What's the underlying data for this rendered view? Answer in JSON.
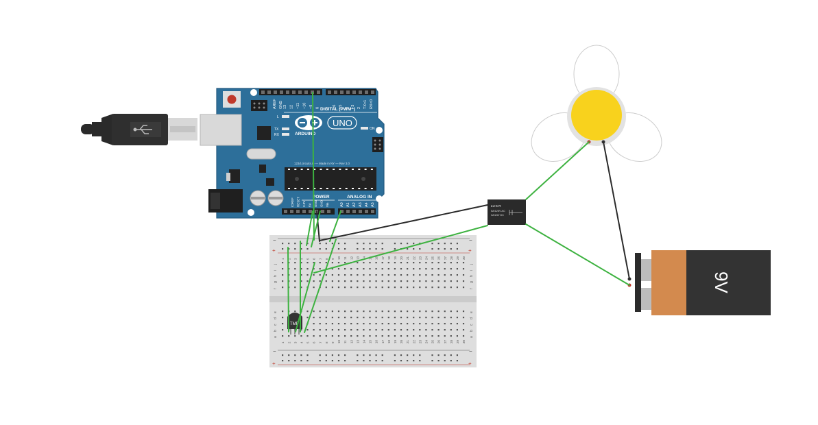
{
  "arduino": {
    "brand": "ARDUINO",
    "model": "UNO",
    "digital_label": "DIGITAL (PWM~)",
    "power_label": "POWER",
    "analog_label": "ANALOG IN",
    "on_label": "ON",
    "tx_label": "TX",
    "rx_label": "RX",
    "l_label": "L",
    "credit": "123d.circuits.io — Made in NY — Rev 3.0",
    "top_pins": [
      "AREF",
      "GND",
      "13",
      "12",
      "~11",
      "~10",
      "~9",
      "8",
      "7",
      "~6",
      "~5",
      "4",
      "~3",
      "2",
      "TX>1",
      "RX<0"
    ],
    "power_pins": [
      "IOREF",
      "RESET",
      "3.3V",
      "5V",
      "GND",
      "GND",
      "Vin"
    ],
    "analog_pins": [
      "A0",
      "A1",
      "A2",
      "A3",
      "A4",
      "A5"
    ]
  },
  "breadboard": {
    "rail_minus": "−",
    "rail_plus": "+",
    "rows_top": [
      "j",
      "i",
      "h",
      "g",
      "f"
    ],
    "rows_bottom": [
      "e",
      "d",
      "c",
      "b",
      "a"
    ],
    "columns": [
      "1",
      "2",
      "3",
      "4",
      "5",
      "6",
      "7",
      "8",
      "9",
      "10",
      "11",
      "12",
      "13",
      "14",
      "15",
      "16",
      "17",
      "18",
      "19",
      "20",
      "21",
      "22",
      "23",
      "24",
      "25",
      "26",
      "27",
      "28",
      "29",
      "30"
    ]
  },
  "sensor": {
    "label": "TMP"
  },
  "relay": {
    "line1": "LU-5-R",
    "line2": "5A/125V AC",
    "line3": "3A/24V DC"
  },
  "battery": {
    "label": "9V"
  },
  "colors": {
    "board": "#2d6f9a",
    "wire_green": "#3db240",
    "wire_black": "#2b2b2b",
    "battery_body": "#333333",
    "battery_top": "#d38a4e",
    "flower_center": "#f8d21d"
  }
}
